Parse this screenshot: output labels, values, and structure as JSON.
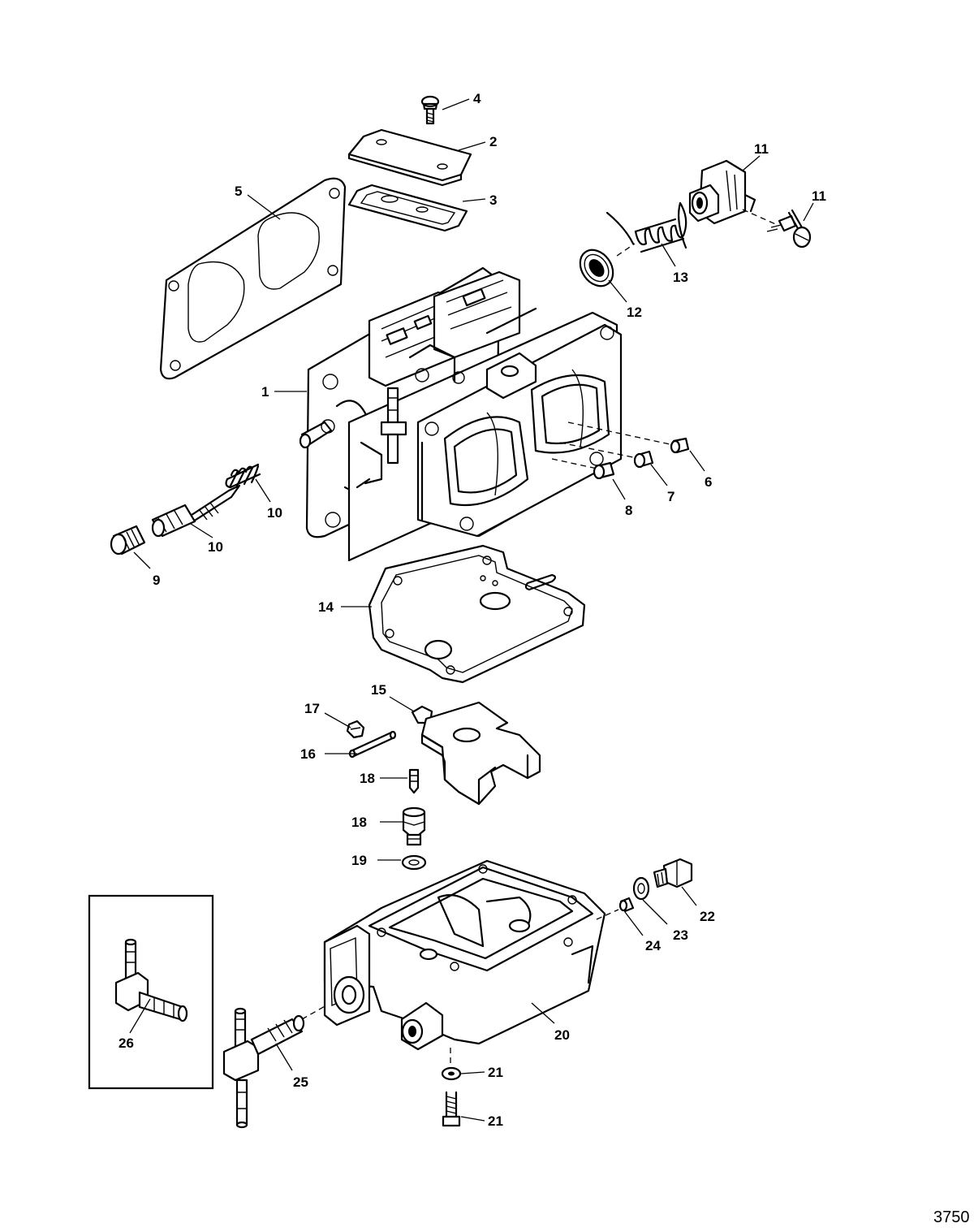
{
  "diagram": {
    "figure_id": "3750",
    "callouts": [
      {
        "id": "c4",
        "label": "4"
      },
      {
        "id": "c2",
        "label": "2"
      },
      {
        "id": "c3",
        "label": "3"
      },
      {
        "id": "c5",
        "label": "5"
      },
      {
        "id": "c11a",
        "label": "11"
      },
      {
        "id": "c11b",
        "label": "11"
      },
      {
        "id": "c13",
        "label": "13"
      },
      {
        "id": "c12",
        "label": "12"
      },
      {
        "id": "c1",
        "label": "1"
      },
      {
        "id": "c6",
        "label": "6"
      },
      {
        "id": "c7",
        "label": "7"
      },
      {
        "id": "c8",
        "label": "8"
      },
      {
        "id": "c10a",
        "label": "10"
      },
      {
        "id": "c10b",
        "label": "10"
      },
      {
        "id": "c9",
        "label": "9"
      },
      {
        "id": "c14",
        "label": "14"
      },
      {
        "id": "c15",
        "label": "15"
      },
      {
        "id": "c17",
        "label": "17"
      },
      {
        "id": "c16",
        "label": "16"
      },
      {
        "id": "c18a",
        "label": "18"
      },
      {
        "id": "c18b",
        "label": "18"
      },
      {
        "id": "c19",
        "label": "19"
      },
      {
        "id": "c22",
        "label": "22"
      },
      {
        "id": "c23",
        "label": "23"
      },
      {
        "id": "c24",
        "label": "24"
      },
      {
        "id": "c20",
        "label": "20"
      },
      {
        "id": "c26",
        "label": "26"
      },
      {
        "id": "c25",
        "label": "25"
      },
      {
        "id": "c21a",
        "label": "21"
      },
      {
        "id": "c21b",
        "label": "21"
      }
    ]
  }
}
